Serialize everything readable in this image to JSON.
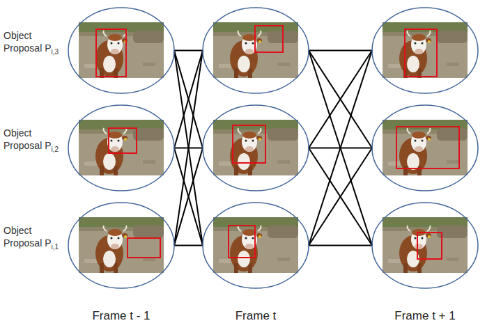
{
  "diagram": {
    "nodes": [
      {
        "text": []
      },
      {
        "text": []
      },
      {
        "text": []
      },
      {
        "text": []
      },
      {
        "text": []
      },
      {
        "text": []
      },
      {
        "text": []
      },
      {
        "text": []
      },
      {
        "text": []
      }
    ],
    "edges": [
      {
        "from": 0,
        "to": 1,
        "arrow": "none"
      },
      {
        "from": 0,
        "to": 4,
        "arrow": "none"
      },
      {
        "from": 0,
        "to": 7,
        "arrow": "none"
      },
      {
        "from": 3,
        "to": 1,
        "arrow": "none"
      },
      {
        "from": 3,
        "to": 4,
        "arrow": "none"
      },
      {
        "from": 3,
        "to": 7,
        "arrow": "none"
      },
      {
        "from": 6,
        "to": 1,
        "arrow": "none"
      },
      {
        "from": 6,
        "to": 4,
        "arrow": "none"
      },
      {
        "from": 6,
        "to": 7,
        "arrow": "none"
      },
      {
        "from": 1,
        "to": 2,
        "arrow": "none"
      },
      {
        "from": 1,
        "to": 5,
        "arrow": "none"
      },
      {
        "from": 1,
        "to": 8,
        "arrow": "none"
      },
      {
        "from": 4,
        "to": 2,
        "arrow": "none"
      },
      {
        "from": 4,
        "to": 5,
        "arrow": "none"
      },
      {
        "from": 4,
        "to": 8,
        "arrow": "none"
      },
      {
        "from": 7,
        "to": 2,
        "arrow": "none"
      },
      {
        "from": 7,
        "to": 5,
        "arrow": "none"
      },
      {
        "from": 7,
        "to": 8,
        "arrow": "none"
      }
    ],
    "labels": [
      "Object Proposal P",
      "i,3",
      "Object Proposal P",
      "i,2",
      "Object Proposal P",
      "i,1",
      "Frame t - 1",
      "Frame t",
      "Frame t + 1"
    ]
  }
}
